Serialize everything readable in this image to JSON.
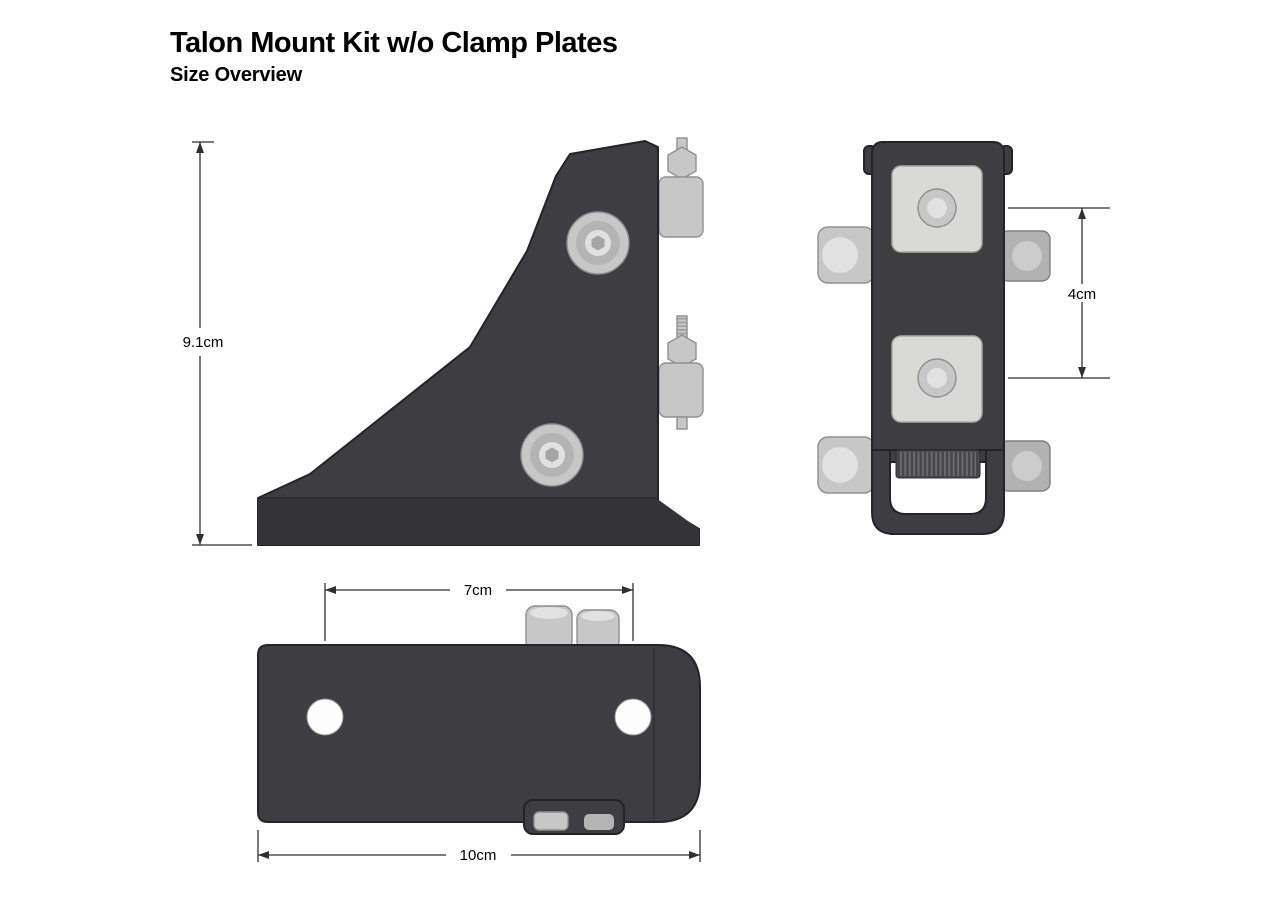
{
  "page": {
    "title": "Talon Mount Kit w/o Clamp Plates",
    "subtitle": "Size Overview"
  },
  "dimensions": {
    "side_height": "9.1cm",
    "front_bolt_spacing": "4cm",
    "top_hole_spacing": "7cm",
    "top_width": "10cm"
  },
  "colors": {
    "background": "#ffffff",
    "body_dark": "#3e3e40",
    "body_darker": "#343436",
    "outline": "#242426",
    "plate_light": "#d9d9d6",
    "metal": "#c7c7c7",
    "metal_bright": "#e1e1e1",
    "metal_mid": "#b4b4b4",
    "metal_dark": "#8f8f8f",
    "dimension_line": "#2f2f2f",
    "text": "#000000"
  }
}
